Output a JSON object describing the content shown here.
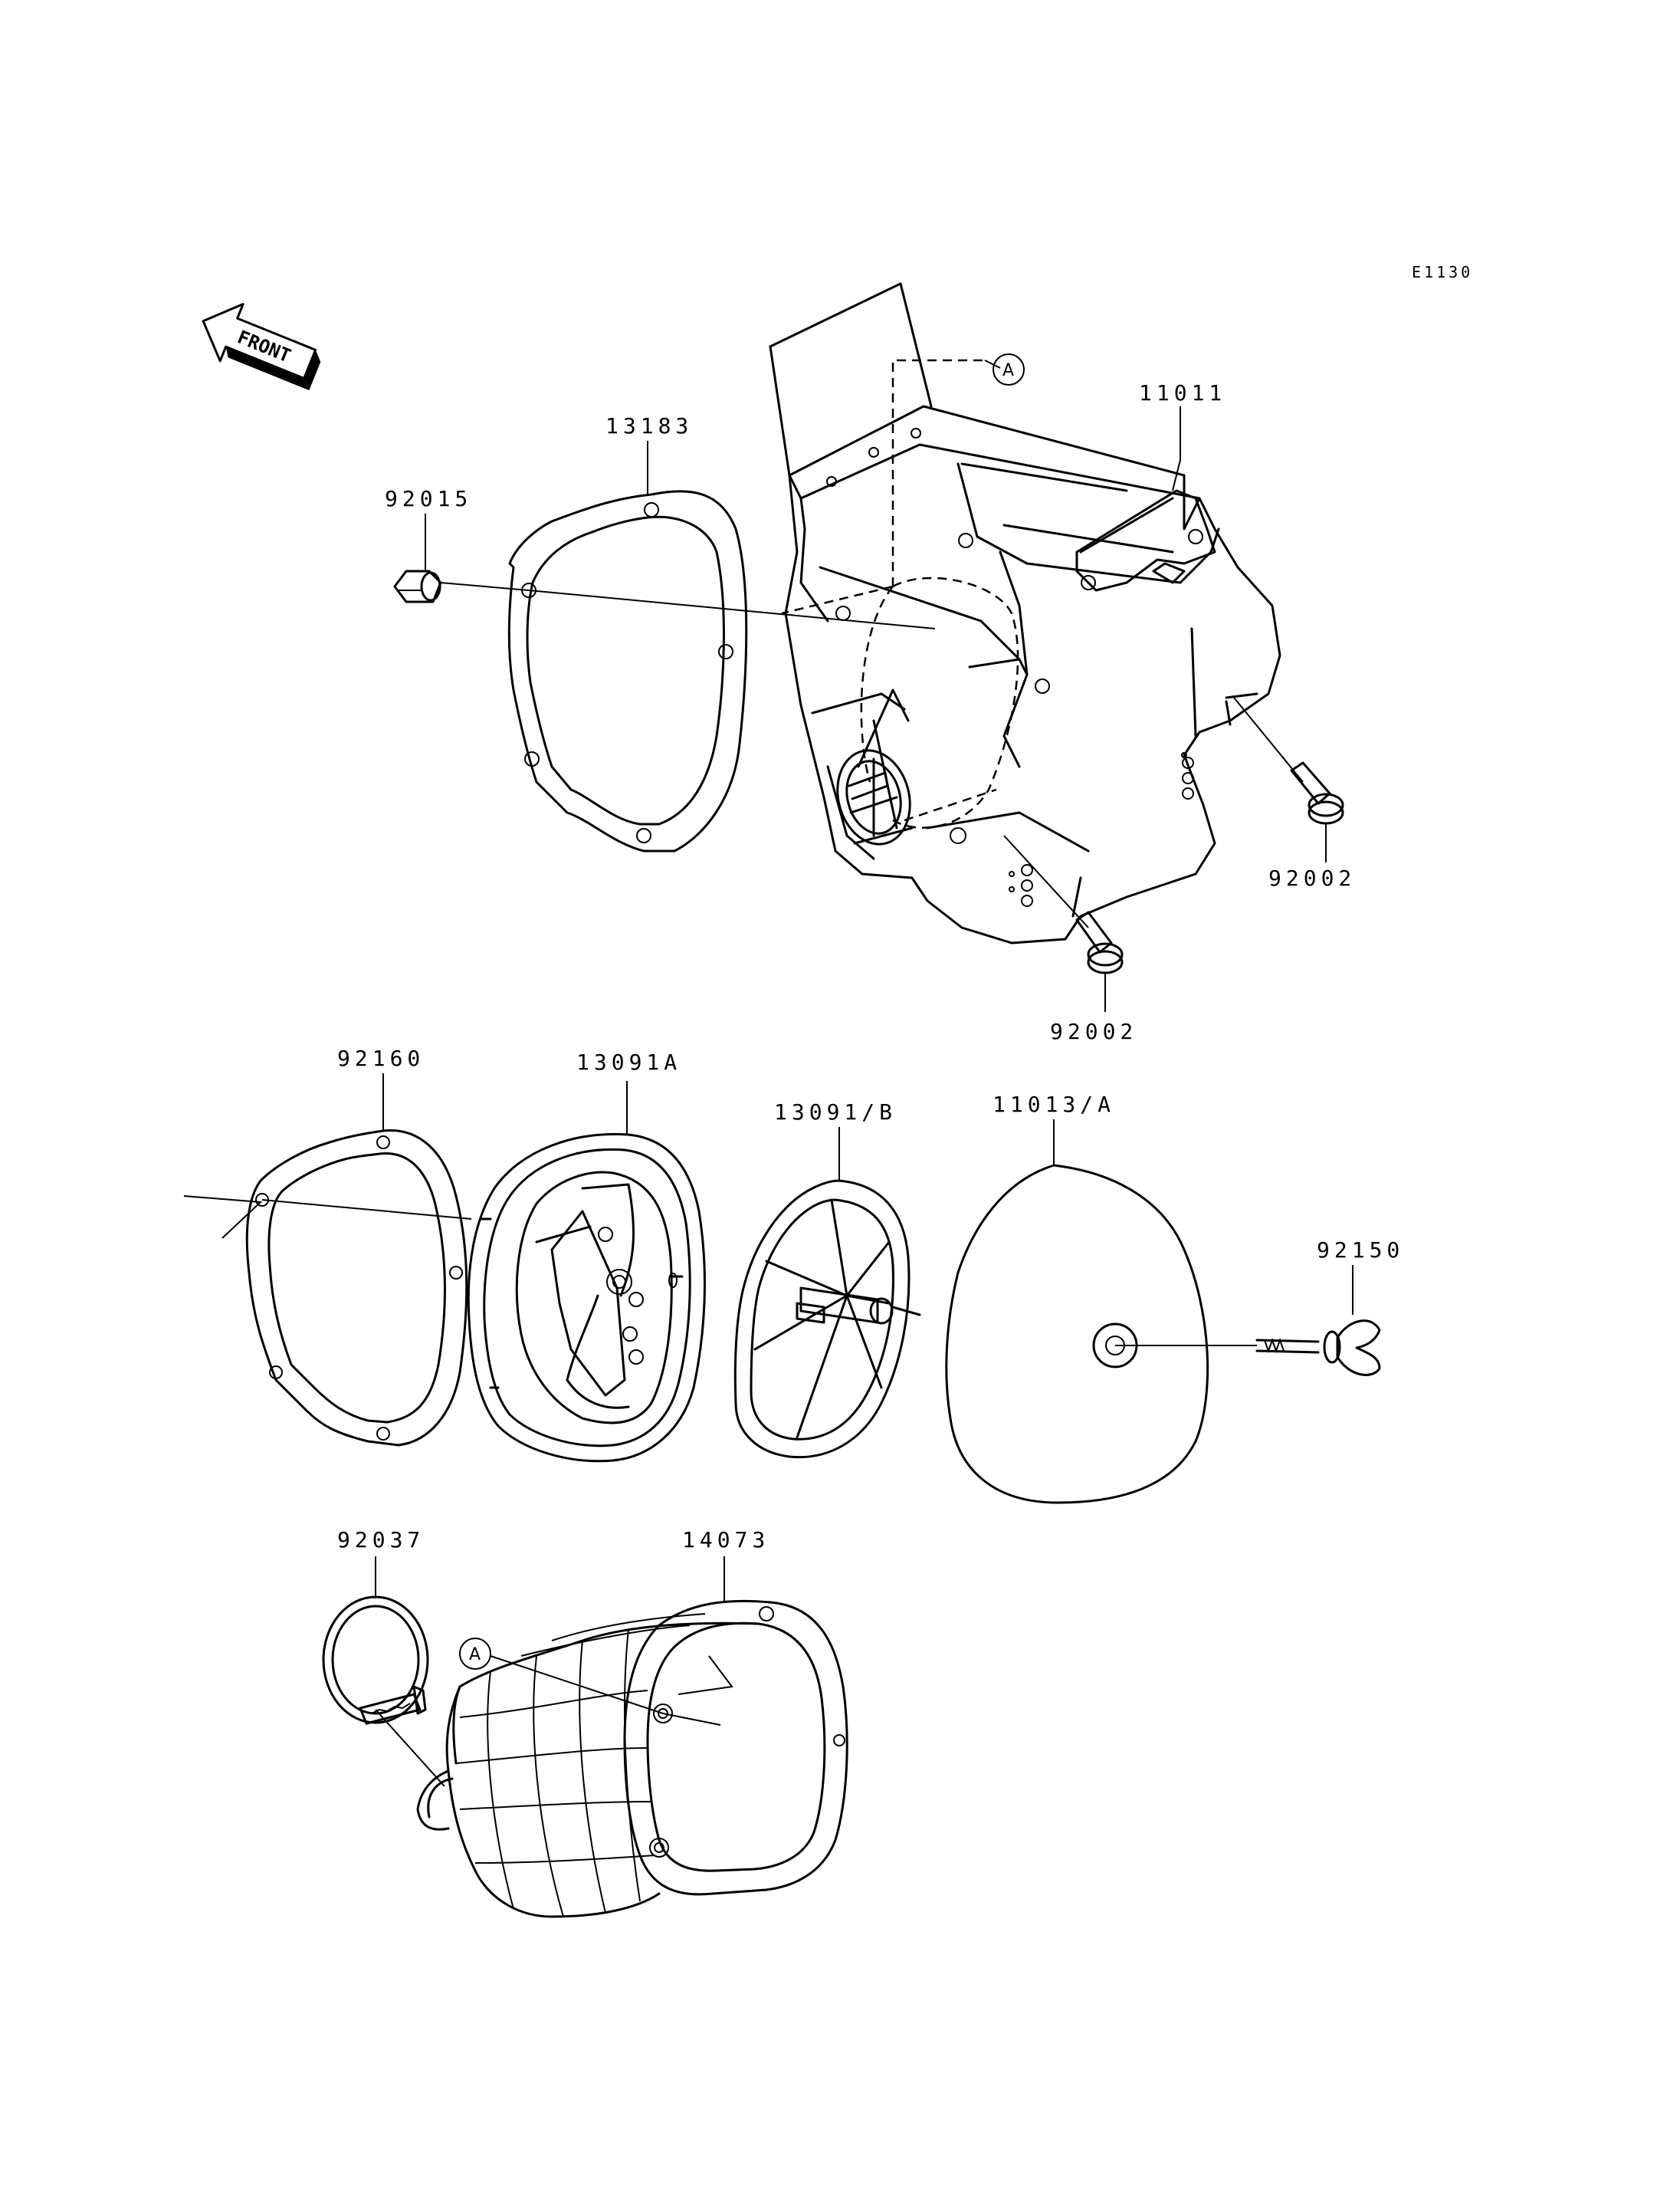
{
  "diagram_code": "E1130",
  "front_label": "FRONT",
  "reference_mark": "A",
  "part_labels": {
    "p11011": "11011",
    "p13183": "13183",
    "p92015": "92015",
    "p92002_right": "92002",
    "p92002_bottom": "92002",
    "p92160": "92160",
    "p13091A": "13091A",
    "p13091B": "13091/B",
    "p11013A": "11013/A",
    "p92150": "92150",
    "p92037": "92037",
    "p14073": "14073"
  }
}
